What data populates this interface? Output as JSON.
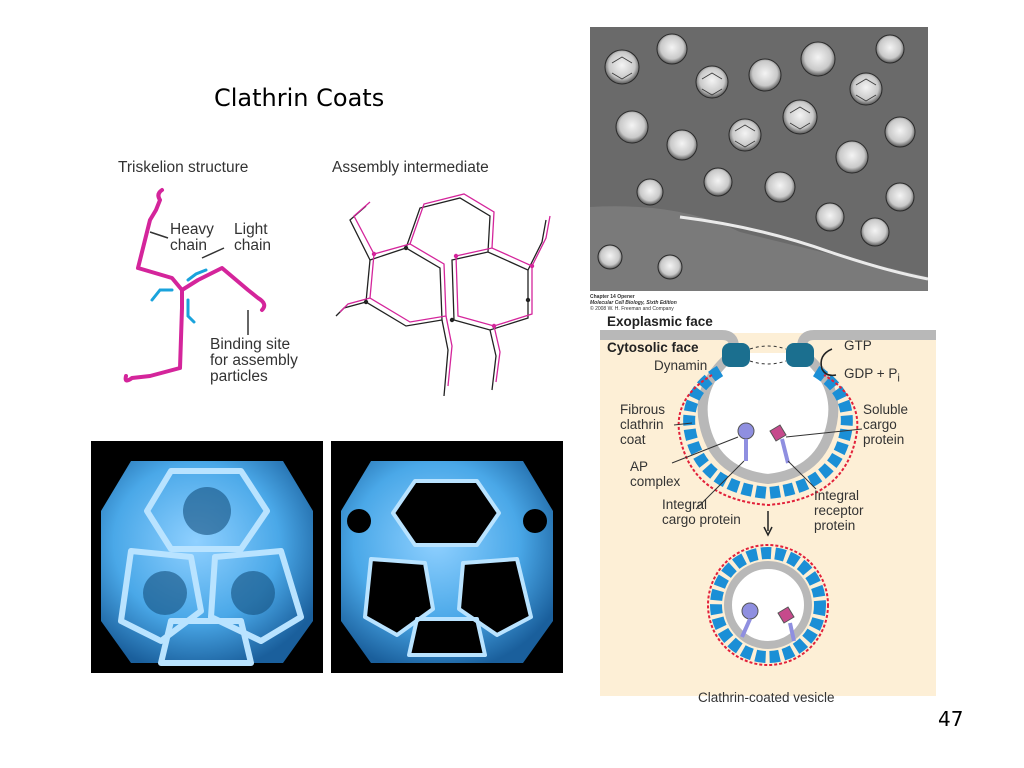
{
  "slide": {
    "title": "Clathrin Coats",
    "page_number": "47"
  },
  "triskelion": {
    "heading": "Triskelion structure",
    "heavy_chain_label": "Heavy\nchain",
    "light_chain_label": "Light\nchain",
    "binding_site_label": "Binding site\nfor assembly\nparticles",
    "heavy_chain_color": "#d4259b",
    "light_chain_color": "#1aa3dc"
  },
  "assembly": {
    "heading": "Assembly intermediate"
  },
  "micrograph": {
    "credit_line1": "Chapter 14 Opener",
    "credit_line2": "Molecular Cell Biology, Sixth Edition",
    "credit_line3": "© 2008 W. H. Freeman and Company"
  },
  "vesicle_diagram": {
    "exoplasmic_face": "Exoplasmic face",
    "cytosolic_face": "Cytosolic face",
    "dynamin": "Dynamin",
    "gtp": "GTP",
    "gdp": "GDP + P",
    "gdp_subscript": "i",
    "fibrous_coat": "Fibrous\nclathrin\ncoat",
    "soluble_cargo": "Soluble\ncargo\nprotein",
    "ap_complex": "AP\ncomplex",
    "integral_cargo": "Integral\ncargo protein",
    "integral_receptor": "Integral\nreceptor\nprotein",
    "clathrin_vesicle": "Clathrin-coated vesicle",
    "colors": {
      "background": "#fdefd6",
      "coat_blue": "#1b8fd6",
      "membrane_gray": "#b8b8b8",
      "clathrin_red": "#e2213a",
      "cargo_purple": "#8f8fe0",
      "soluble_pink": "#c64a8c"
    }
  },
  "reconstructions": {
    "color": "#4aa8e8"
  }
}
